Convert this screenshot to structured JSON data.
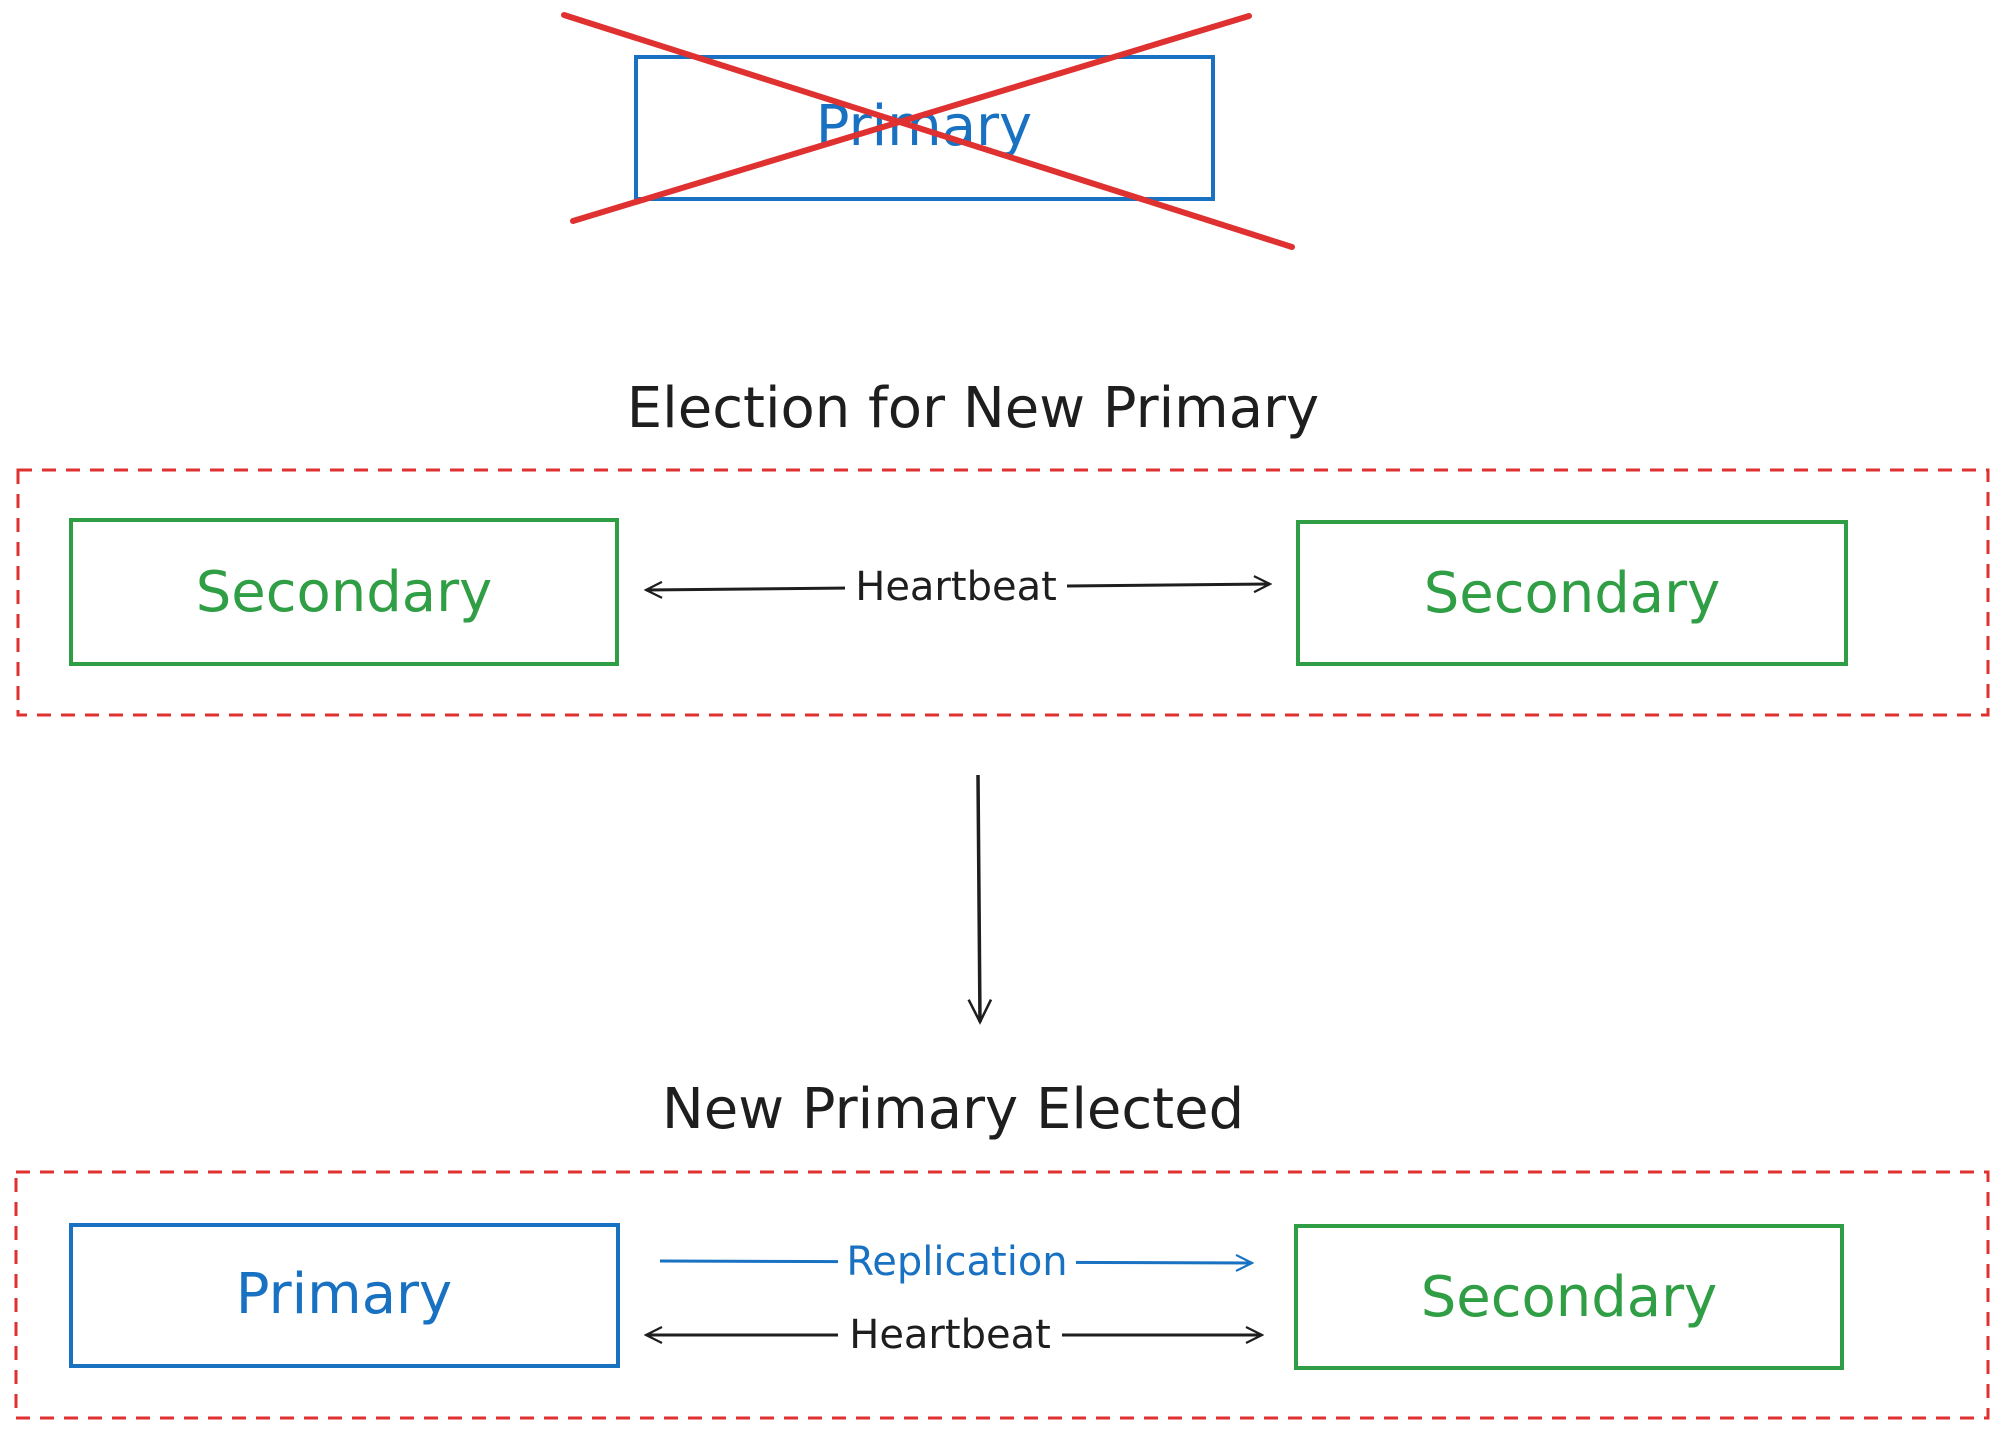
{
  "headings": {
    "election": "Election for New Primary",
    "elected": "New Primary Elected"
  },
  "failed_node": {
    "label": "Primary",
    "status": "failed"
  },
  "election_group": {
    "left_node": {
      "label": "Secondary"
    },
    "right_node": {
      "label": "Secondary"
    },
    "link_label": "Heartbeat"
  },
  "elected_group": {
    "left_node": {
      "label": "Primary"
    },
    "right_node": {
      "label": "Secondary"
    },
    "replication_label": "Replication",
    "heartbeat_label": "Heartbeat"
  },
  "colors": {
    "primary": "#1971c2",
    "secondary": "#2f9e44",
    "failure_cross": "#e03131",
    "group_border": "#e03131",
    "ink": "#1e1e1e"
  }
}
